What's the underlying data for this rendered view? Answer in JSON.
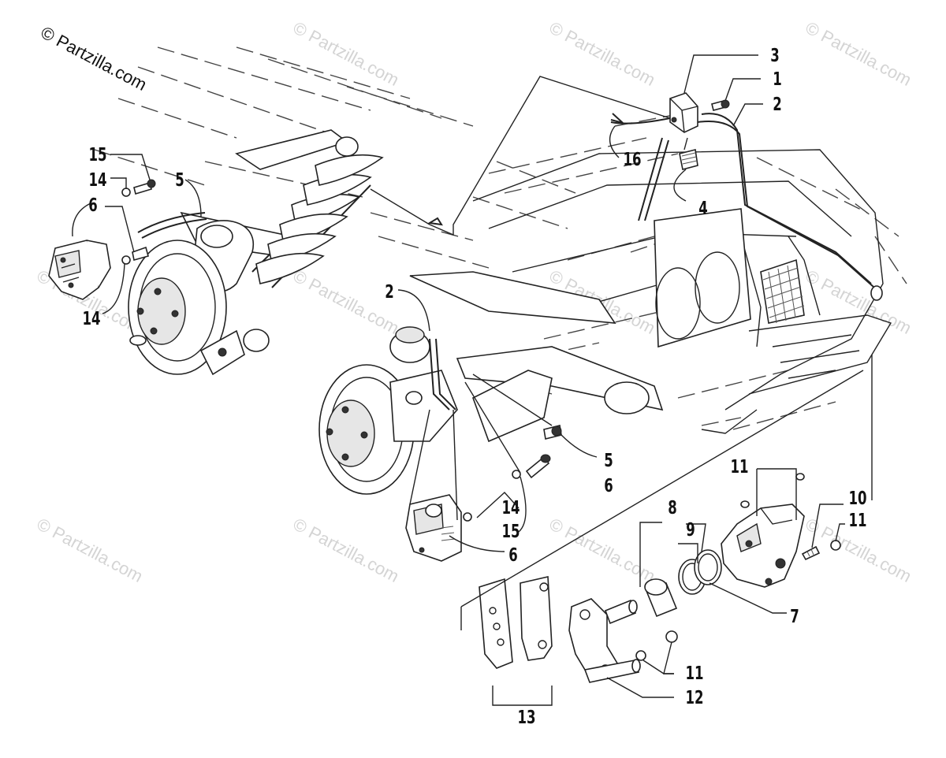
{
  "watermark": {
    "primary": "© Partzilla.com",
    "repeat": "© Partzilla.com"
  },
  "callouts": {
    "c1": "1",
    "c2a": "2",
    "c2b": "2",
    "c3": "3",
    "c4": "4",
    "c5a": "5",
    "c5b": "5",
    "c6a": "6",
    "c6b": "6",
    "c6c": "6",
    "c7": "7",
    "c8": "8",
    "c9": "9",
    "c10": "10",
    "c11a": "11",
    "c11b": "11",
    "c11c": "11",
    "c12": "12",
    "c13": "13",
    "c14a": "14",
    "c14b": "14",
    "c14c": "14",
    "c15a": "15",
    "c15b": "15",
    "c16": "16"
  },
  "colors": {
    "ink": "#222222",
    "watermark": "#d4d4d4",
    "background": "#ffffff"
  }
}
